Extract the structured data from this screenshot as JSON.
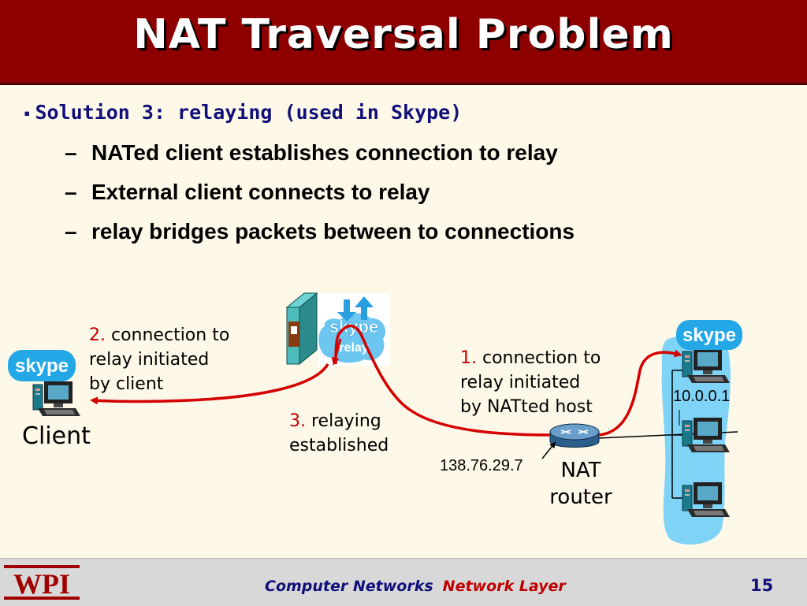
{
  "slide": {
    "title": "NAT Traversal Problem",
    "bullet": "Solution 3: relaying (used in Skype)",
    "sub_bullets": [
      "NATed client establishes connection to relay",
      "External client connects to relay",
      "relay bridges packets between to connections"
    ]
  },
  "diagram": {
    "relay_logo_text": "skype",
    "relay_logo_sub": "relay",
    "client_logo_text": "skype",
    "host_logo_text": "skype",
    "label_2": {
      "num": "2.",
      "lines": [
        " connection to",
        "relay initiated",
        "by client"
      ]
    },
    "label_1": {
      "num": "1.",
      "lines": [
        " connection to",
        "relay initiated",
        "by NATted host"
      ]
    },
    "label_3": {
      "num": "3.",
      "lines": [
        " relaying",
        "established"
      ]
    },
    "client_label": "Client",
    "host_ip": "10.0.0.1",
    "router_ip": "138.76.29.7",
    "nat_label_1": "NAT",
    "nat_label_2": "router"
  },
  "footer": {
    "course": "Computer Networks",
    "topic": "Network Layer",
    "page": "15",
    "logo": "WPI"
  },
  "colors": {
    "title_bar": "#8e0000",
    "background": "#fdf8e8",
    "accent_red": "#c00000",
    "navy": "#10107a",
    "lan_blue": "#7fd3f7",
    "skype_blue": "#23a7e6"
  }
}
